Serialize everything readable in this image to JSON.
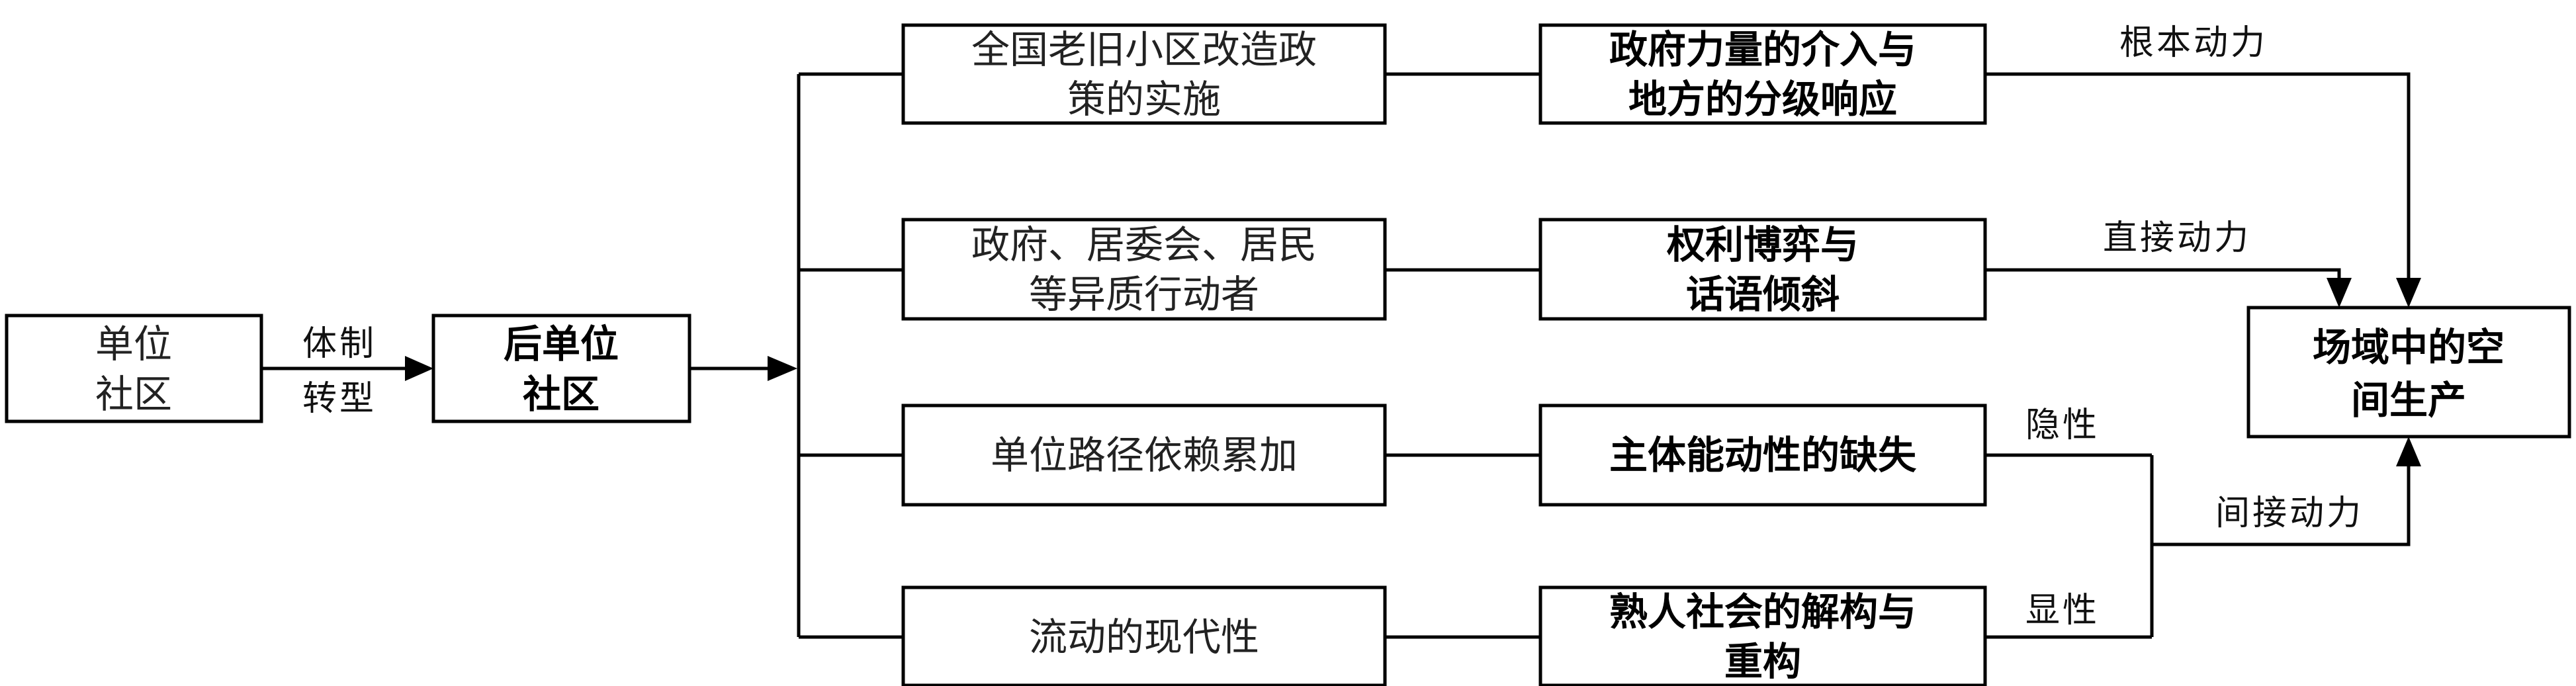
{
  "nodes": {
    "unit_community": {
      "lines": [
        "单位",
        "社区"
      ]
    },
    "post_unit_community": {
      "lines": [
        "后单位",
        "社区"
      ]
    },
    "policy": {
      "lines": [
        "全国老旧小区改造政",
        "策的实施"
      ]
    },
    "actors": {
      "lines": [
        "政府、居委会、居民",
        "等异质行动者"
      ]
    },
    "path_dependence": {
      "lines": [
        "单位路径依赖累加"
      ]
    },
    "mobile_modernity": {
      "lines": [
        "流动的现代性"
      ]
    },
    "gov_intervention": {
      "lines": [
        "政府力量的介入与",
        "地方的分级响应"
      ]
    },
    "power_game": {
      "lines": [
        "权利博弈与",
        "话语倾斜"
      ]
    },
    "agency_lack": {
      "lines": [
        "主体能动性的缺失"
      ]
    },
    "acquaintance": {
      "lines": [
        "熟人社会的解构与",
        "重构"
      ]
    },
    "space_production": {
      "lines": [
        "场域中的空",
        "间生产"
      ]
    }
  },
  "labels": {
    "institutional_transition": [
      "体制",
      "转型"
    ],
    "fundamental_driver": "根本动力",
    "direct_driver": "直接动力",
    "implicit": "隐性",
    "explicit": "显性",
    "indirect_driver": "间接动力"
  }
}
